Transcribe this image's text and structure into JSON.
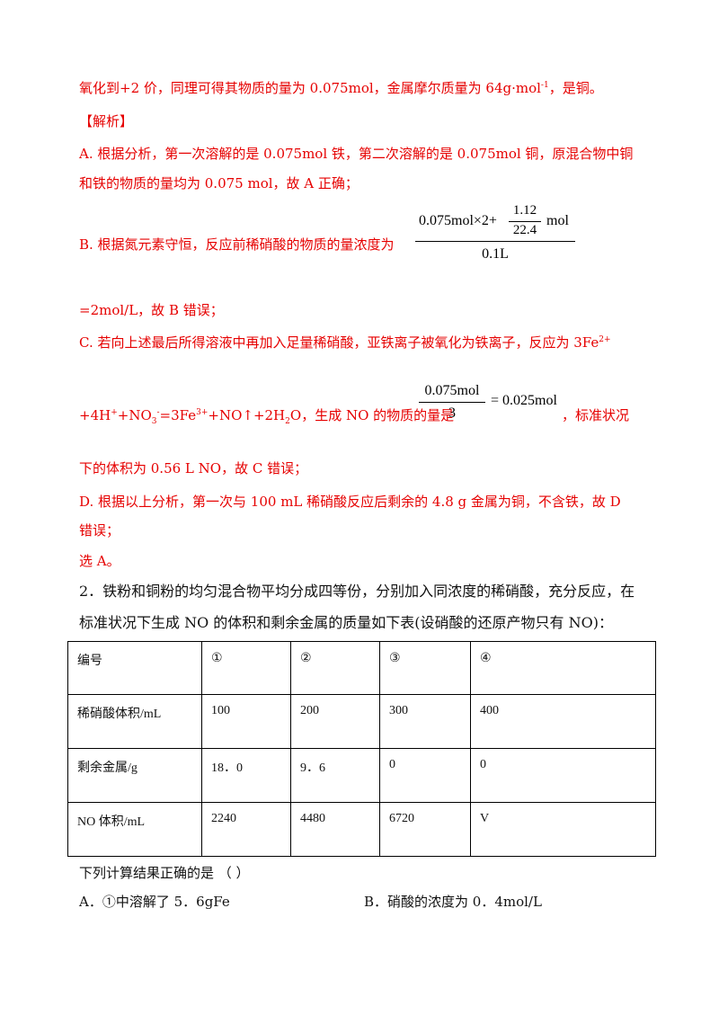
{
  "lines": {
    "l1": "氧化到+2 价，同理可得其物质的量为 0.075mol，金属摩尔质量为 64g·mol",
    "l1_sup": "-1",
    "l1_end": "，是铜。",
    "analysis": "【解析】",
    "a1": "A. 根据分析，第一次溶解的是 0.075mol 铁，第二次溶解的是 0.075mol 铜，原混合物中铜",
    "a2": "和铁的物质的量均为 0.075 mol，故 A 正确；",
    "b1": "B. 根据氮元素守恒，反应前稀硝酸的物质的量浓度为",
    "b2": "=2mol/L，故 B 错误；",
    "c1": "C. 若向上述最后所得溶液中再加入足量稀硝酸，亚铁离子被氧化为铁离子，反应为 3Fe",
    "c1_sup": "2+",
    "c2_a": "+4H",
    "c2_sup1": "+",
    "c2_b": "+NO",
    "c2_sub": "3",
    "c2_sup2": "-",
    "c2_c": "=3Fe",
    "c2_sup3": "3+",
    "c2_d": "+NO↑+2H",
    "c2_sub2": "2",
    "c2_e": "O，生成 NO 的物质的量是",
    "c2_end": "，标准状况",
    "c3": "下的体积为 0.56 L NO，故 C 错误；",
    "d1": "D. 根据以上分析，第一次与 100 mL 稀硝酸反应后剩余的 4.8 g 金属为铜，不含铁，故 D",
    "d2": "错误；",
    "sel": "选 A。",
    "q1": "2．铁粉和铜粉的均匀混合物平均分成四等份，分别加入同浓度的稀硝酸，充分反应，在",
    "q2": "标准状况下生成 NO 的体积和剩余金属的质量如下表(设硝酸的还原产物只有 NO)：",
    "q3": "下列计算结果正确的是 （    ）",
    "optA": "A．①中溶解了 5．6gFe",
    "optB": "B．硝酸的浓度为 0．4mol/L"
  },
  "formula_b": {
    "num_left": "0.075mol×2+",
    "inner_num": "1.12",
    "inner_den": "22.4",
    "num_right": "mol",
    "den": "0.1L"
  },
  "formula_c": {
    "num": "0.075mol",
    "den": "3",
    "rhs": "= 0.025mol"
  },
  "table": {
    "header": [
      "编号",
      "①",
      "②",
      "③",
      "④"
    ],
    "rows": [
      [
        "稀硝酸体积/mL",
        "100",
        "200",
        "300",
        "400"
      ],
      [
        "剩余金属/g",
        "18．0",
        "9．6",
        "0",
        "0"
      ],
      [
        "NO 体积/mL",
        "2240",
        "4480",
        "6720",
        "V"
      ]
    ]
  }
}
